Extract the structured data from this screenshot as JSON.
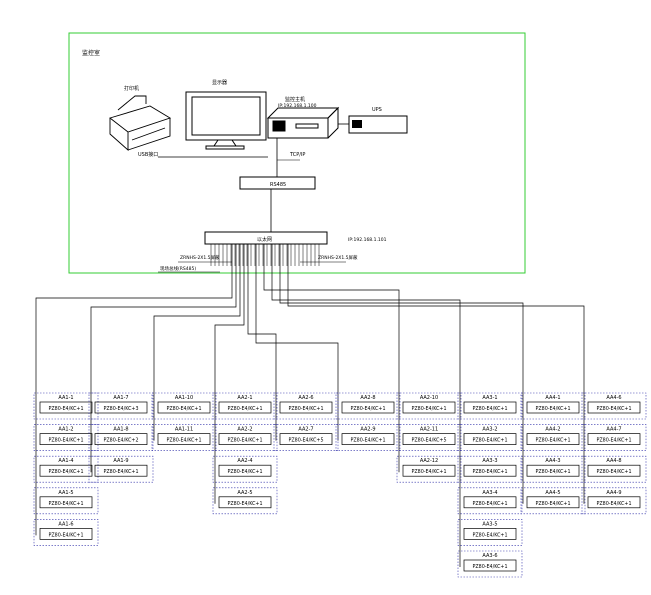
{
  "room_label": "监控室",
  "devices": {
    "printer_label": "打印机",
    "monitor_label": "显示器",
    "host_label": "监控主机",
    "host_ip": "IP:192.168.1.100",
    "ups_label": "UPS",
    "usb_label": "USB接口",
    "tcpip_label": "TCP/IP",
    "hub_label": "RS485",
    "switch_label": "以太网",
    "switch_ip": "IP:192.168.1.101",
    "bus_left_label": "ZRNHS-2X1.5屏蔽",
    "bus_right_label": "ZRNHS-2X1.5屏蔽",
    "cable_label": "现场总线(RS485)"
  },
  "columns": [
    {
      "meters": [
        {
          "name": "AA1-1",
          "model": "PZ80-E4/KC+1"
        },
        {
          "name": "AA1-2",
          "model": "PZ80-E4/KC+1"
        },
        {
          "name": "AA1-4",
          "model": "PZ80-E4/KC+1"
        },
        {
          "name": "AA1-5",
          "model": "PZ80-E4/KC+1"
        },
        {
          "name": "AA1-6",
          "model": "PZ80-E4/KC+1"
        }
      ]
    },
    {
      "meters": [
        {
          "name": "AA1-7",
          "model": "PZ80-E4/KC+3"
        },
        {
          "name": "AA1-8",
          "model": "PZ80-E4/KC+2"
        },
        {
          "name": "AA1-9",
          "model": "PZ80-E4/KC+1"
        }
      ]
    },
    {
      "meters": [
        {
          "name": "AA1-10",
          "model": "PZ80-E4/KC+1"
        },
        {
          "name": "AA1-11",
          "model": "PZ80-E4/KC+1"
        }
      ]
    },
    {
      "meters": [
        {
          "name": "AA2-1",
          "model": "PZ80-E4/KC+1"
        },
        {
          "name": "AA2-2",
          "model": "PZ80-E4/KC+1"
        },
        {
          "name": "AA2-4",
          "model": "PZ80-E4/KC+1"
        },
        {
          "name": "AA2-5",
          "model": "PZ80-E4/KC+1"
        }
      ]
    },
    {
      "meters": [
        {
          "name": "AA2-6",
          "model": "PZ80-E4/KC+1"
        },
        {
          "name": "AA2-7",
          "model": "PZ80-E4/KC+5"
        }
      ]
    },
    {
      "meters": [
        {
          "name": "AA2-8",
          "model": "PZ80-E4/KC+1"
        },
        {
          "name": "AA2-9",
          "model": "PZ80-E4/KC+1"
        }
      ]
    },
    {
      "meters": [
        {
          "name": "AA2-10",
          "model": "PZ80-E4/KC+1"
        },
        {
          "name": "AA2-11",
          "model": "PZ80-E4/KC+5"
        },
        {
          "name": "AA2-12",
          "model": "PZ80-E4/KC+1"
        }
      ]
    },
    {
      "meters": [
        {
          "name": "AA3-1",
          "model": "PZ80-E4/KC+1"
        },
        {
          "name": "AA3-2",
          "model": "PZ80-E4/KC+1"
        },
        {
          "name": "AA3-3",
          "model": "PZ80-E4/KC+1"
        },
        {
          "name": "AA3-4",
          "model": "PZ80-E4/KC+1"
        },
        {
          "name": "AA3-5",
          "model": "PZ80-E4/KC+1"
        },
        {
          "name": "AA3-6",
          "model": "PZ80-E4/KC+1"
        }
      ]
    },
    {
      "meters": [
        {
          "name": "AA4-1",
          "model": "PZ80-E4/KC+1"
        },
        {
          "name": "AA4-2",
          "model": "PZ80-E4/KC+1"
        },
        {
          "name": "AA4-3",
          "model": "PZ80-E4/KC+1"
        },
        {
          "name": "AA4-5",
          "model": "PZ80-E4/KC+1"
        }
      ]
    },
    {
      "meters": [
        {
          "name": "AA4-6",
          "model": "PZ80-E4/KC+1"
        },
        {
          "name": "AA4-7",
          "model": "PZ80-E4/KC+1"
        },
        {
          "name": "AA4-8",
          "model": "PZ80-E4/KC+1"
        },
        {
          "name": "AA4-9",
          "model": "PZ80-E4/KC+1"
        }
      ]
    }
  ],
  "colors": {
    "room_border": "#33cc33",
    "meter_border": "#3333aa",
    "line": "#000000"
  }
}
